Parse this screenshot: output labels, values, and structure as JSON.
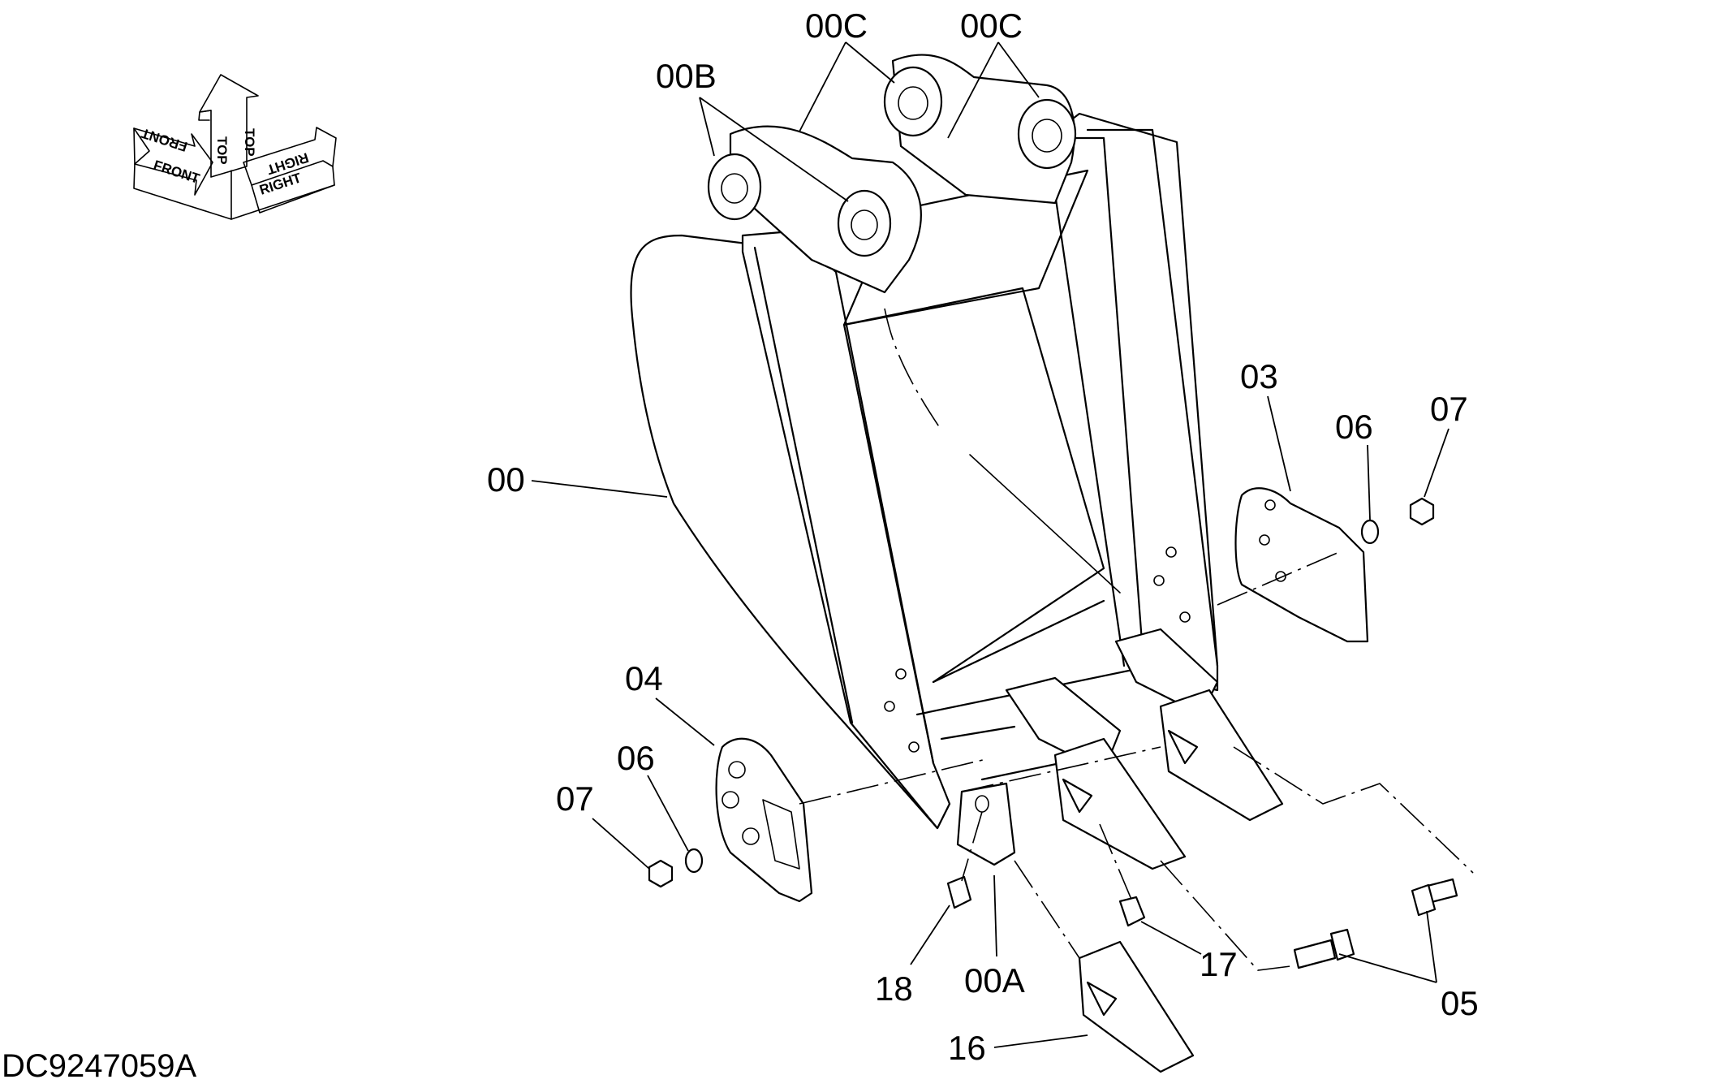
{
  "drawing_code": "DC9247059A",
  "orientation": {
    "front": "FRONT",
    "top": "TOP",
    "right": "RIGHT"
  },
  "parts": {
    "bucket": "00",
    "adapter": "00A",
    "boss_b": "00B",
    "boss_c_left": "00C",
    "boss_c_right": "00C",
    "side_cutter_right": "03",
    "side_cutter_left": "04",
    "bolt": "05",
    "washer_right": "06",
    "washer_left": "06",
    "nut_right": "07",
    "nut_left": "07",
    "tooth": "16",
    "pin": "17",
    "lock": "18"
  }
}
